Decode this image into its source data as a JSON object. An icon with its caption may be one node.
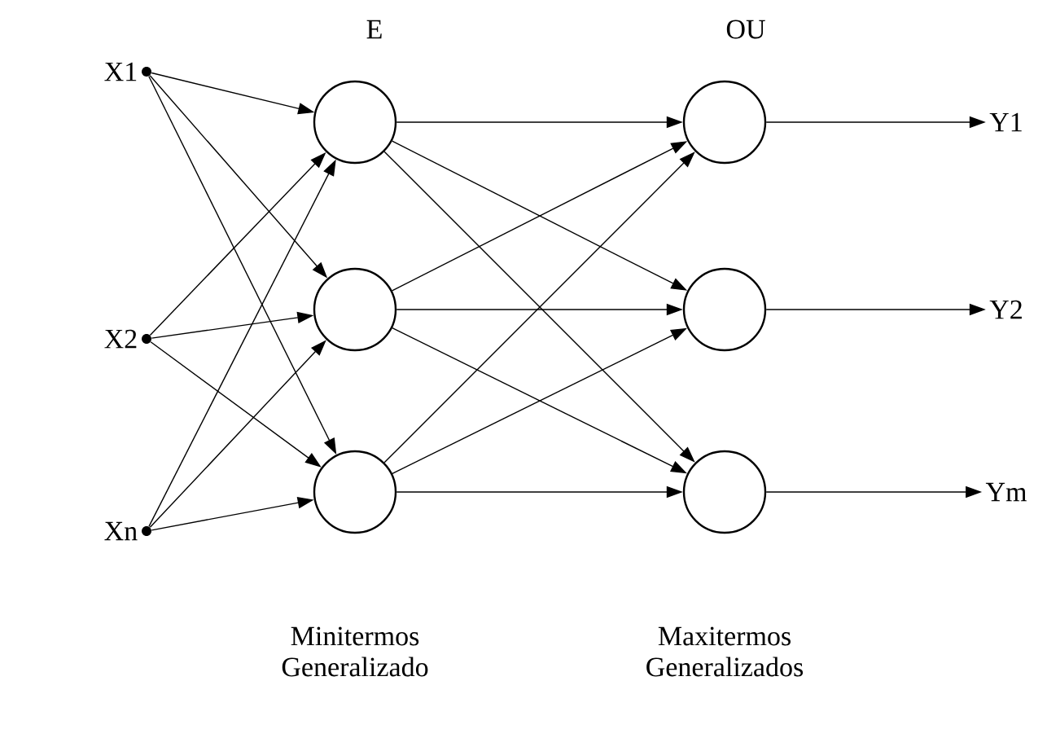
{
  "diagram": {
    "nodes": [
      {
        "text": [
          "X1"
        ]
      },
      {
        "text": [
          "X2"
        ]
      },
      {
        "text": [
          "Xn"
        ]
      },
      {
        "text": [],
        "shape": "circle"
      },
      {
        "text": [],
        "shape": "circle"
      },
      {
        "text": [],
        "shape": "circle"
      },
      {
        "text": [],
        "shape": "circle"
      },
      {
        "text": [],
        "shape": "circle"
      },
      {
        "text": [],
        "shape": "circle"
      },
      {
        "text": [
          "Y1"
        ]
      },
      {
        "text": [
          "Y2"
        ]
      },
      {
        "text": [
          "Ym"
        ]
      }
    ],
    "edges": [
      {
        "from": 0,
        "to": 3,
        "arrow": "to"
      },
      {
        "from": 0,
        "to": 4,
        "arrow": "to"
      },
      {
        "from": 0,
        "to": 5,
        "arrow": "to"
      },
      {
        "from": 1,
        "to": 3,
        "arrow": "to"
      },
      {
        "from": 1,
        "to": 4,
        "arrow": "to"
      },
      {
        "from": 1,
        "to": 5,
        "arrow": "to"
      },
      {
        "from": 2,
        "to": 3,
        "arrow": "to"
      },
      {
        "from": 2,
        "to": 4,
        "arrow": "to"
      },
      {
        "from": 2,
        "to": 5,
        "arrow": "to"
      },
      {
        "from": 3,
        "to": 6,
        "arrow": "to"
      },
      {
        "from": 3,
        "to": 7,
        "arrow": "to"
      },
      {
        "from": 3,
        "to": 8,
        "arrow": "to"
      },
      {
        "from": 4,
        "to": 6,
        "arrow": "to"
      },
      {
        "from": 4,
        "to": 7,
        "arrow": "to"
      },
      {
        "from": 4,
        "to": 8,
        "arrow": "to"
      },
      {
        "from": 5,
        "to": 6,
        "arrow": "to"
      },
      {
        "from": 5,
        "to": 7,
        "arrow": "to"
      },
      {
        "from": 5,
        "to": 8,
        "arrow": "to"
      },
      {
        "from": 6,
        "to": 9,
        "arrow": "to"
      },
      {
        "from": 7,
        "to": 10,
        "arrow": "to"
      },
      {
        "from": 8,
        "to": 11,
        "arrow": "to"
      }
    ],
    "labels": [
      "E",
      "OU",
      "Minitermos Generalizado",
      "Maxitermos Generalizados"
    ]
  }
}
